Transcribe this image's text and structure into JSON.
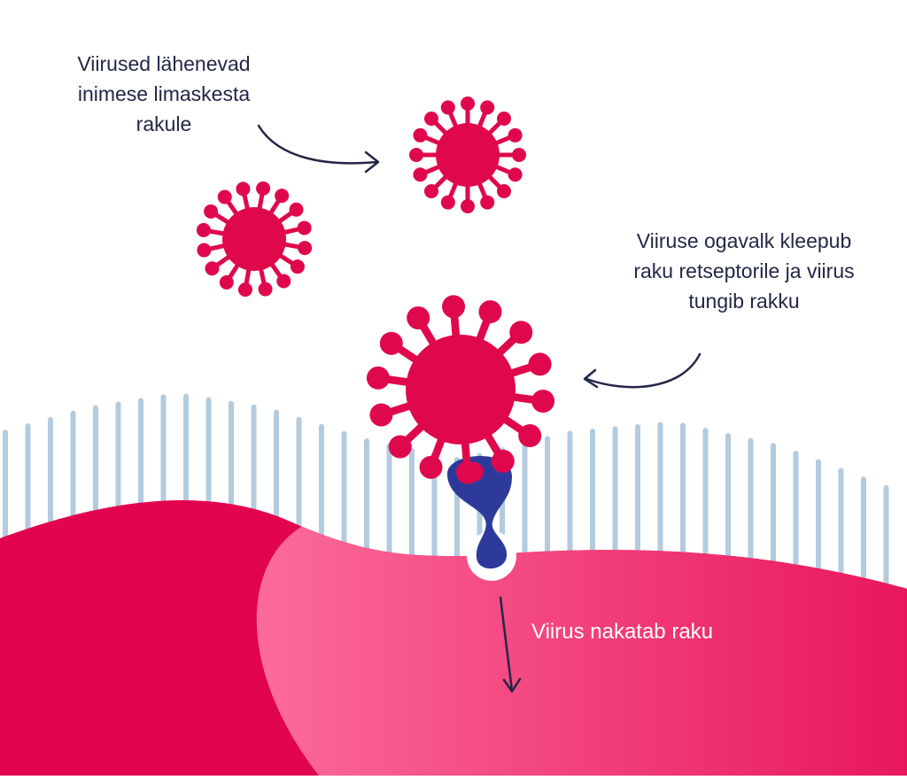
{
  "colors": {
    "virus": "#e0084d",
    "cell_dark": "#e2044f",
    "cell_light_start": "#fc6b9b",
    "cell_light_end": "#e8175b",
    "cilia": "#b3cbdd",
    "receptor": "#2e3a9b",
    "arrow": "#232746",
    "label_dark": "#232746",
    "label_light": "#ffffff"
  },
  "labels": {
    "approach": [
      "Viirused lähenevad",
      "inimese limaskesta",
      "rakule"
    ],
    "attach": [
      "Viiruse ogavalk kleepub",
      "raku retseptorile ja viirus",
      "tungib rakku"
    ],
    "infect": "Viirus nakatab raku"
  },
  "icons": {
    "virus": "coronavirus-icon",
    "receptor": "receptor-icon",
    "arrow": "curved-arrow-icon"
  }
}
